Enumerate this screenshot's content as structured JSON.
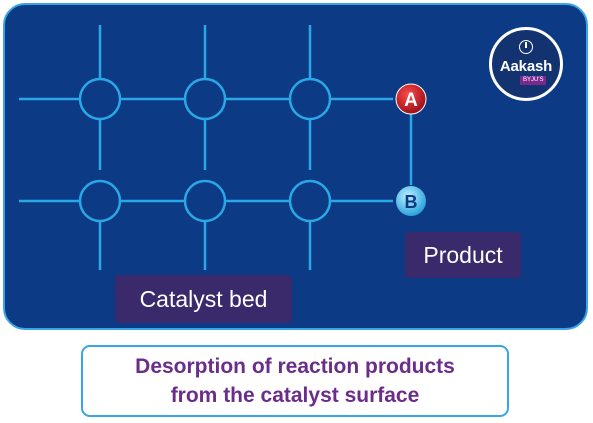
{
  "logo": {
    "name": "Aakash",
    "sub": "BYJU'S"
  },
  "atoms": {
    "a": "A",
    "b": "B"
  },
  "labels": {
    "product": "Product",
    "catalyst_bed": "Catalyst bed"
  },
  "caption": {
    "line1": "Desorption of reaction products",
    "line2": "from the catalyst surface"
  },
  "colors": {
    "panel_bg": "#0d3a85",
    "grid_line": "#29a7e6",
    "atom_a": "#c01a22",
    "atom_b": "#4fc3ee",
    "label_bg": "#3a2a6b",
    "caption_text": "#6b2d8a",
    "border": "#3aa5e6"
  }
}
